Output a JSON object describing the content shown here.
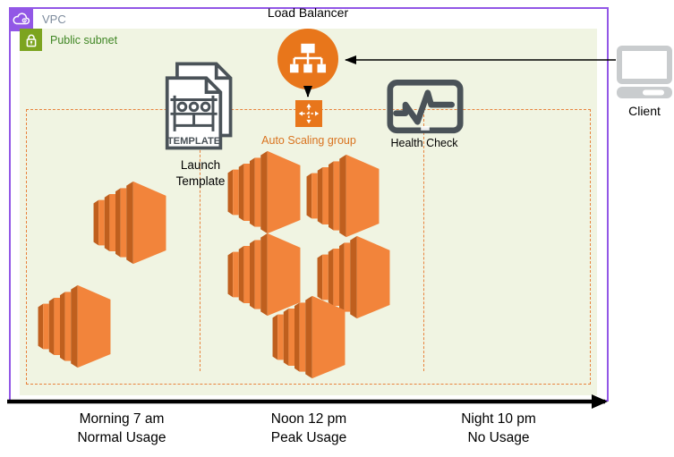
{
  "vpc": {
    "label": "VPC"
  },
  "subnet": {
    "label": "Public subnet"
  },
  "load_balancer": {
    "label": "Load Balancer"
  },
  "auto_scaling_group": {
    "label": "Auto Scaling group",
    "sections": [
      {
        "id": "morning",
        "instance_count": 2
      },
      {
        "id": "noon",
        "instance_count": 5
      },
      {
        "id": "night",
        "instance_count": 0
      }
    ]
  },
  "launch_template": {
    "label_line1": "Launch",
    "label_line2": "Template",
    "icon_text": "TEMPLATE"
  },
  "health_check": {
    "label": "Health Check"
  },
  "client": {
    "label": "Client"
  },
  "timeline": {
    "phases": [
      {
        "time": "Morning 7 am",
        "usage": "Normal Usage"
      },
      {
        "time": "Noon 12 pm",
        "usage": "Peak Usage"
      },
      {
        "time": "Night 10 pm",
        "usage": "No Usage"
      }
    ]
  },
  "colors": {
    "vpc_purple": "#9257E6",
    "subnet_green": "#7CA41F",
    "subnet_text_green": "#3F8624",
    "aws_orange": "#E8761B",
    "asg_dash_orange": "#E8823C",
    "instance_orange_light": "#F2843B",
    "instance_orange_dark": "#BF5F1E",
    "icon_gray": "#4A5258",
    "client_gray": "#C9CCCE"
  },
  "icons": {
    "vpc-icon": "cloud",
    "public-subnet-icon": "padlock",
    "load-balancer-icon": "node-tree",
    "auto-scaling-icon": "four-way-arrows",
    "launch-template-icon": "document-template",
    "health-check-icon": "monitor-pulse-line",
    "ec2-instance-icon": "stacked-instances",
    "client-icon": "laptop"
  }
}
